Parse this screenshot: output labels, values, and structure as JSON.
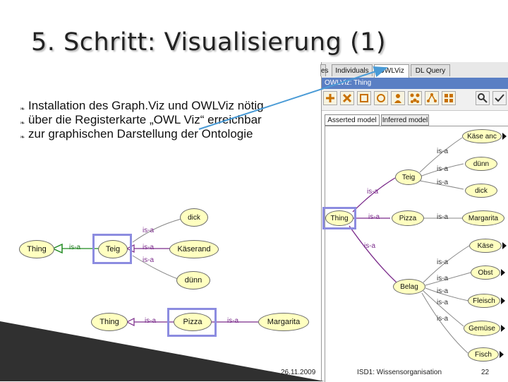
{
  "slide": {
    "title": "5. Schritt: Visualisierung (1)",
    "bullets": [
      "Installation des Graph.Viz und OWLViz nötig",
      "über die Registerkarte „OWL Viz“ erreichbar",
      "zur graphischen Darstellung der Ontologie"
    ],
    "footer": {
      "date": "26.11.2009",
      "course": "ISD1: Wissensorganisation",
      "page": "22"
    }
  },
  "protege": {
    "tabs": [
      "es",
      "Individuals",
      "OWLViz",
      "DL Query"
    ],
    "header": "OWLViz: Thing",
    "subtabs": [
      "Asserted model",
      "Inferred model"
    ],
    "nodes": {
      "kaese_anc": "Käse anc",
      "duenn": "dünn",
      "dick": "dick",
      "teig": "Teig",
      "thing": "Thing",
      "pizza": "Pizza",
      "margarita": "Margarita",
      "kaese": "Käse",
      "obst": "Obst",
      "belag": "Belag",
      "fleisch": "Fleisch",
      "gemuese": "Gemüse",
      "fisch": "Fisch"
    },
    "edge_label": "is-a"
  },
  "zoom_figure": {
    "nodes": {
      "dick": "dick",
      "thing1": "Thing",
      "teig": "Teig",
      "kaeserand": "Käserand",
      "duenn": "dünn",
      "thing2": "Thing",
      "pizza": "Pizza",
      "margarita": "Margarita"
    },
    "edge_label": "is-a"
  },
  "colors": {
    "node_fill": "#ffffc0",
    "selection": "#8c8ce0",
    "arrow": "#6d63d6",
    "isa_purple": "#7a2a8a",
    "header_blue": "#5a7fc4"
  },
  "icons": [
    "plus-icon",
    "cross-icon",
    "box-icon",
    "circle-icon",
    "person-icon",
    "cluster-icon",
    "tree-icon",
    "grid-icon",
    "search-icon",
    "check-icon"
  ]
}
